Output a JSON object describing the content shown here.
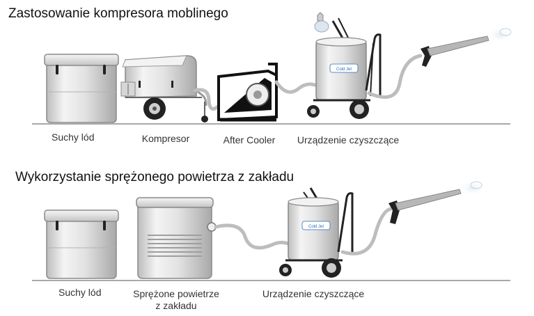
{
  "section_mobile": {
    "title": "Zastosowanie kompresora moblinego",
    "labels": {
      "dry_ice": "Suchy lód",
      "compressor": "Kompresor",
      "after_cooler": "After Cooler",
      "cleaning_unit": "Urządzenie czyszczące"
    }
  },
  "section_plant": {
    "title": "Wykorzystanie sprężonego powietrza z zakładu",
    "labels": {
      "dry_ice": "Suchy lód",
      "plant_air_line1": "Sprężone powietrze",
      "plant_air_line2": "z zakładu",
      "cleaning_unit": "Urządzenie czyszczące"
    }
  },
  "brand_logo_text": "Cold Jet",
  "colors": {
    "metal_light": "#efefef",
    "metal_dark": "#9a9a9a",
    "hose": "#b8b8b8",
    "frame_black": "#111111",
    "logo_blue": "#2a6fb5"
  }
}
